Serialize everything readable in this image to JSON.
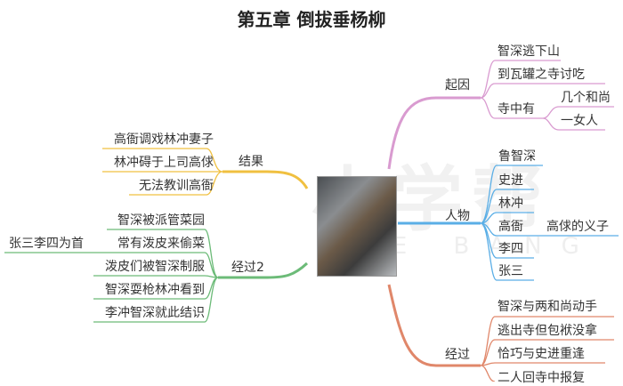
{
  "title": "第五章 倒拔垂杨柳",
  "watermark": {
    "main": "小学帮",
    "sub": "XIAO XUE BANG"
  },
  "colors": {
    "cause": "#d99bd0",
    "people": "#5aaee6",
    "process": "#e0876a",
    "result": "#f0c040",
    "process2": "#6cbb78"
  },
  "right": {
    "cause": {
      "label": "起因",
      "items": [
        "智深逃下山",
        "到瓦罐之寺讨吃",
        "寺中有"
      ],
      "sub": [
        "几个和尚",
        "一女人"
      ]
    },
    "people": {
      "label": "人物",
      "items": [
        "鲁智深",
        "史进",
        "林冲",
        "高衙",
        "李四",
        "张三"
      ],
      "sub": "高俅的义子"
    },
    "process": {
      "label": "经过",
      "items": [
        "智深与两和尚动手",
        "逃出寺但包袱没拿",
        "恰巧与史进重逢",
        "二人回寺中报复"
      ]
    }
  },
  "left": {
    "result": {
      "label": "结果",
      "items": [
        "高衙调戏林冲妻子",
        "林冲碍于上司高俅",
        "无法教训高衙"
      ]
    },
    "process2": {
      "label": "经过2",
      "items": [
        "智深被派管菜园",
        "常有泼皮来偷菜",
        "泼皮们被智深制服",
        "智深耍枪林冲看到",
        "李冲智深就此结识"
      ],
      "sub": "张三李四为首"
    }
  }
}
